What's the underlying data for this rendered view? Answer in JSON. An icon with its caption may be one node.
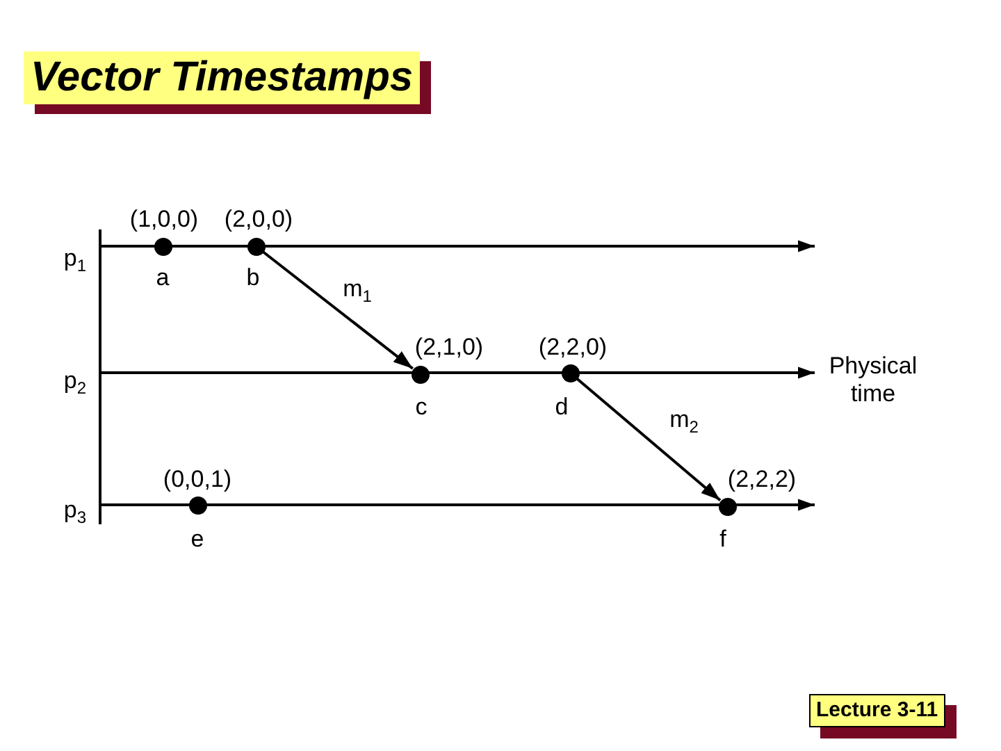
{
  "diagram": {
    "title": "Vector Timestamps",
    "nodes": [
      {
        "text": [],
        "shape": "circle",
        "beside": [
          "(1,0,0)",
          "a"
        ]
      },
      {
        "text": [],
        "shape": "circle",
        "beside": [
          "(2,0,0)",
          "b"
        ]
      },
      {
        "text": [],
        "shape": "circle",
        "beside": [
          "(2,1,0)",
          "c"
        ]
      },
      {
        "text": [],
        "shape": "circle",
        "beside": [
          "(2,2,0)",
          "d"
        ]
      },
      {
        "text": [],
        "shape": "circle",
        "beside": [
          "(0,0,1)",
          "e"
        ]
      },
      {
        "text": [],
        "shape": "circle",
        "beside": [
          "(2,2,2)",
          "f"
        ]
      },
      {
        "text": [
          "Lecture 3-11"
        ]
      }
    ],
    "edges": [
      {
        "from": 1,
        "to": 2,
        "arrow": "to",
        "label": "m$_{1}$"
      },
      {
        "from": 3,
        "to": 5,
        "arrow": "to",
        "label": "m$_{2}$"
      }
    ],
    "labels": [
      "p$_{1}$",
      "p$_{2}$",
      "Physical time",
      "p$_{3}$"
    ]
  }
}
